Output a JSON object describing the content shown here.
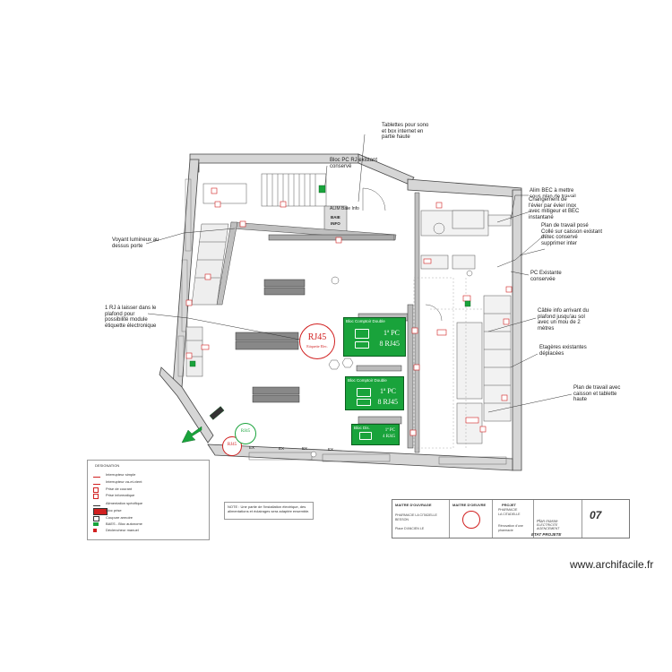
{
  "annotations": {
    "tablettes": [
      "Tablettes pour sono",
      "et box internet en",
      "partie haute"
    ],
    "bloc_pc": [
      "Bloc PC RJ existant",
      "conservé"
    ],
    "alim_baie": "ALIM Baie Info",
    "baie": [
      "BAIE",
      "INFO"
    ],
    "voyant": [
      "Voyant lumineux au",
      "dessus porte"
    ],
    "rj_laisser": [
      "1 RJ à laisser dans le",
      "plafond pour",
      "possibilité module",
      "étiquette électronique"
    ],
    "alim_bec": [
      "Alim BEC à mettre",
      "sous plan de travail"
    ],
    "changement_evier": [
      "Changement de",
      "l'évier par évier inox",
      "avec mitigeur et BEC",
      "instantané"
    ],
    "plan_travail_pose": [
      "Plan de travail posé",
      "Collé sur caisson existant",
      "détec conservé",
      "supprimer inter"
    ],
    "pc_existante": [
      "PC Existante",
      "conservée"
    ],
    "cable_info": [
      "Câble info arrivant du",
      "plafond jusqu'au sol",
      "avec un mou de 2",
      "mètres"
    ],
    "etageres": [
      "Etagères existantes",
      "déplacées"
    ],
    "plan_travail_caisson": [
      "Plan de travail  avec",
      "caisson et tablette",
      "haute"
    ]
  },
  "rj45_badge": {
    "main": "RJ45",
    "sub": "Etiquette Elec."
  },
  "rj45_small": "RJ45",
  "rj45_green": "RJ45",
  "comptoirs": [
    {
      "label": "Bloc Comptoir Double",
      "line1": "1ª PC",
      "line2": "8 RJ45"
    },
    {
      "label": "Bloc Comptoir Double",
      "line1": "1ª PC",
      "line2": "8 RJ45"
    },
    {
      "label": "Bloc Dis.",
      "line1": "1ª PC",
      "line2": "4 RJ45"
    }
  ],
  "ex_labels": [
    "EX",
    "EX",
    "EX",
    "EX"
  ],
  "legend": {
    "title": "DESIGNATION",
    "items": [
      "Interrupteur simple",
      "Interrupteur va-et-vient",
      "Prise de courant",
      "Prise informatique",
      "Alimentation spécifique",
      "Bloc prise",
      "Coupure armoire",
      "BAES - Bloc autonome",
      "Déclencheur manuel"
    ]
  },
  "note": "NOTE : Une partie de l'installation électrique, des alimentations et éclairages sera adaptée ensemble.",
  "title_block": {
    "maitre_ouvrage": "MAITRE D'OUVRAGE",
    "mo_line1": "PHARMACIE LA CITADELLE",
    "mo_line2": "BESSON",
    "mo_line3": "Place D'ANCIEN LE",
    "maitre_oeuvre": "MAITRE D'OEUVRE",
    "projet": "PROJET",
    "projet_line1": "PHARMACIE",
    "projet_line2": "LA CITADELLE",
    "projet_line3": "Rénovation d'une",
    "projet_line4": "pharmacie",
    "plan_line1": "Plan masse",
    "plan_line2": "ELECTRICITE",
    "plan_line3": "AGENCEMENT",
    "page": "07",
    "etat": "ETAT PROJETE"
  },
  "watermark": "www.archifacile.fr",
  "colors": {
    "green": "#19a33b",
    "red": "#d12020",
    "wall": "#cfcfcf"
  }
}
